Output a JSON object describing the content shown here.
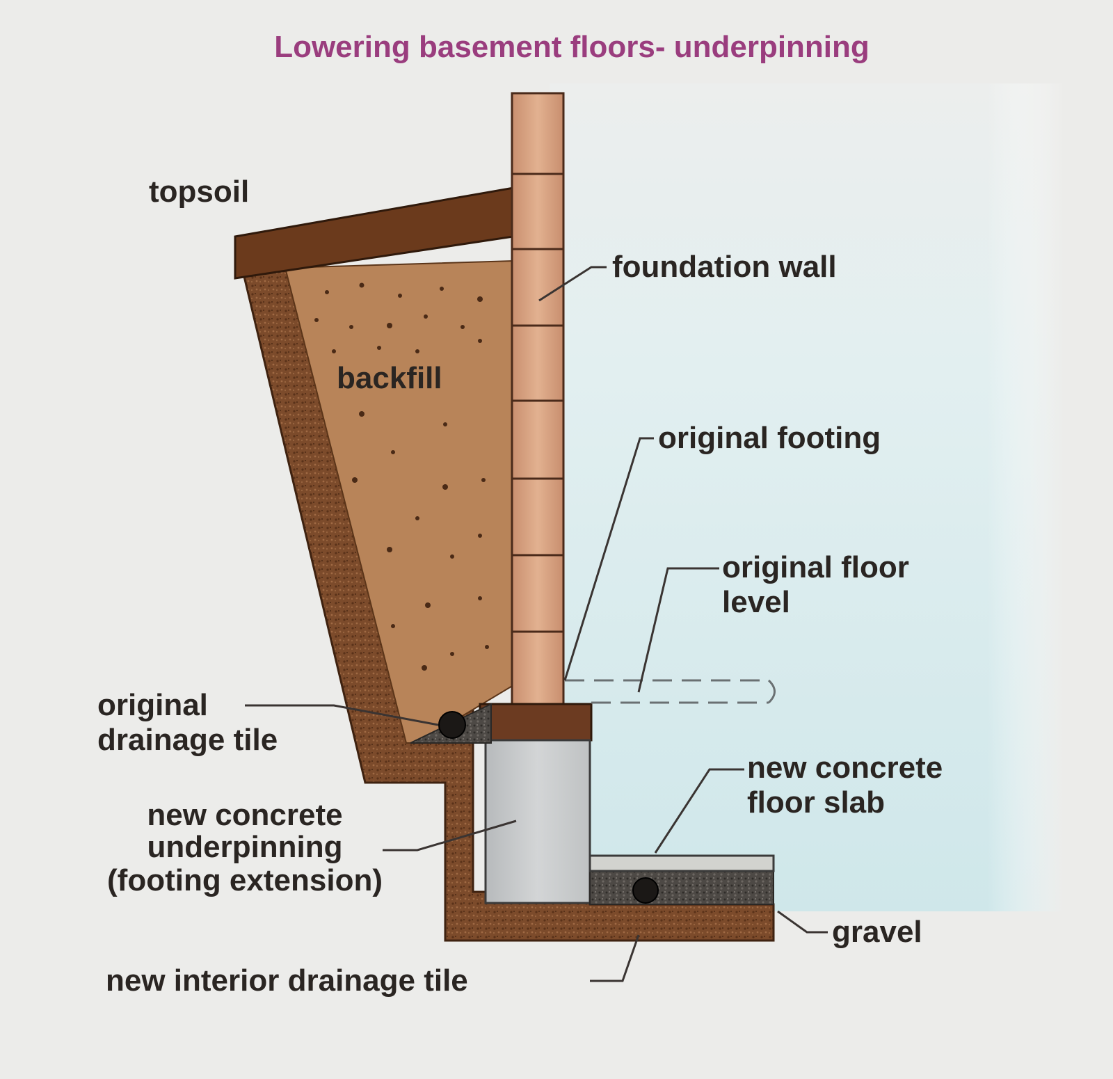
{
  "title": "Lowering basement floors- underpinning",
  "labels": {
    "topsoil": "topsoil",
    "foundation_wall": "foundation wall",
    "backfill": "backfill",
    "original_footing": "original footing",
    "original_floor_level": [
      "original floor",
      "level"
    ],
    "original_drainage_tile": [
      "original",
      "drainage tile"
    ],
    "new_concrete_floor_slab": [
      "new concrete",
      "floor slab"
    ],
    "new_concrete_underpinning": [
      "new concrete",
      "underpinning",
      "(footing extension)"
    ],
    "gravel": "gravel",
    "new_interior_drainage_tile": "new interior drainage tile"
  },
  "colors": {
    "title": "#9a3d7e",
    "text": "#2a2522",
    "background": "#ececea",
    "basement_air": "#d4eaec",
    "topsoil": "#6a3a1e",
    "backfill": "#b9855c",
    "excavation_soil": "#7a4a2a",
    "brick": "#d9a585",
    "footing": "#6e3c22",
    "underpinning_concrete": "#c9cbcc",
    "floor_slab": "#d4d4d0",
    "gravel": "#4a4642"
  }
}
